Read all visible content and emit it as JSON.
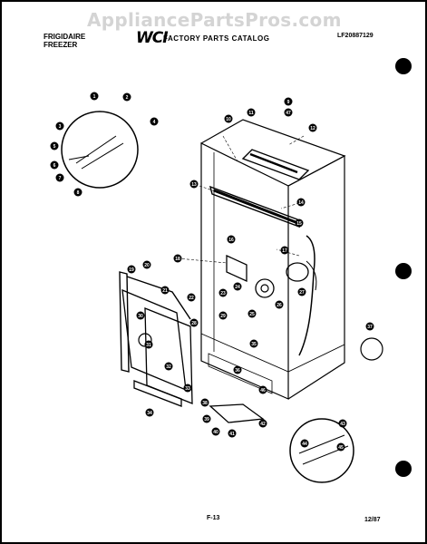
{
  "watermark": "AppliancePartsPros.com",
  "header": {
    "brand_line1": "FRIGIDAIRE",
    "brand_line2": "FREEZER",
    "logo": "WCI",
    "catalog": "FACTORY PARTS CATALOG",
    "code": "LF20887129"
  },
  "footer": {
    "page": "F-13",
    "date": "12/87"
  },
  "callouts": [
    "1",
    "2",
    "3",
    "4",
    "5",
    "6",
    "7",
    "8",
    "9",
    "10",
    "11",
    "12",
    "13",
    "14",
    "15",
    "16",
    "17",
    "18",
    "19",
    "20",
    "21",
    "22",
    "23",
    "24",
    "25",
    "26",
    "27",
    "28",
    "29",
    "30",
    "31",
    "32",
    "33",
    "34",
    "35",
    "36",
    "37",
    "38",
    "39",
    "40",
    "41",
    "42",
    "43",
    "44",
    "45",
    "46",
    "47"
  ]
}
